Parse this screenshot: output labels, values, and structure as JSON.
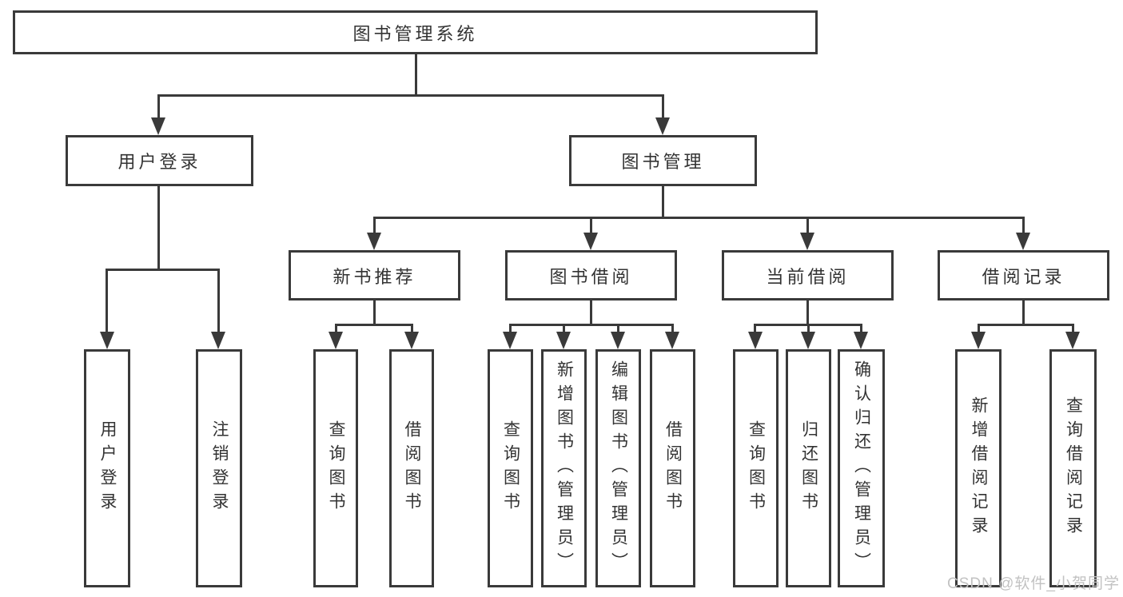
{
  "diagram_title": "图书管理系统",
  "tree": {
    "root": {
      "label": "图书管理系统",
      "children": [
        {
          "label": "用户登录",
          "children": [
            {
              "label": "用户登录"
            },
            {
              "label": "注销登录"
            }
          ]
        },
        {
          "label": "图书管理",
          "children": [
            {
              "label": "新书推荐",
              "children": [
                {
                  "label": "查询图书"
                },
                {
                  "label": "借阅图书"
                }
              ]
            },
            {
              "label": "图书借阅",
              "children": [
                {
                  "label": "查询图书"
                },
                {
                  "label": "新增图书（管理员）"
                },
                {
                  "label": "编辑图书（管理员）"
                },
                {
                  "label": "借阅图书"
                }
              ]
            },
            {
              "label": "当前借阅",
              "children": [
                {
                  "label": "查询图书"
                },
                {
                  "label": "归还图书"
                },
                {
                  "label": "确认归还（管理员）"
                }
              ]
            },
            {
              "label": "借阅记录",
              "children": [
                {
                  "label": "新增借阅记录"
                },
                {
                  "label": "查询借阅记录"
                }
              ]
            }
          ]
        }
      ]
    }
  },
  "watermark": {
    "text": "CSDN @软件_小贺同学"
  },
  "colors": {
    "line": "#3a3a3a",
    "text": "#333333",
    "watermark": "#c2c2c2",
    "background": "#ffffff"
  }
}
